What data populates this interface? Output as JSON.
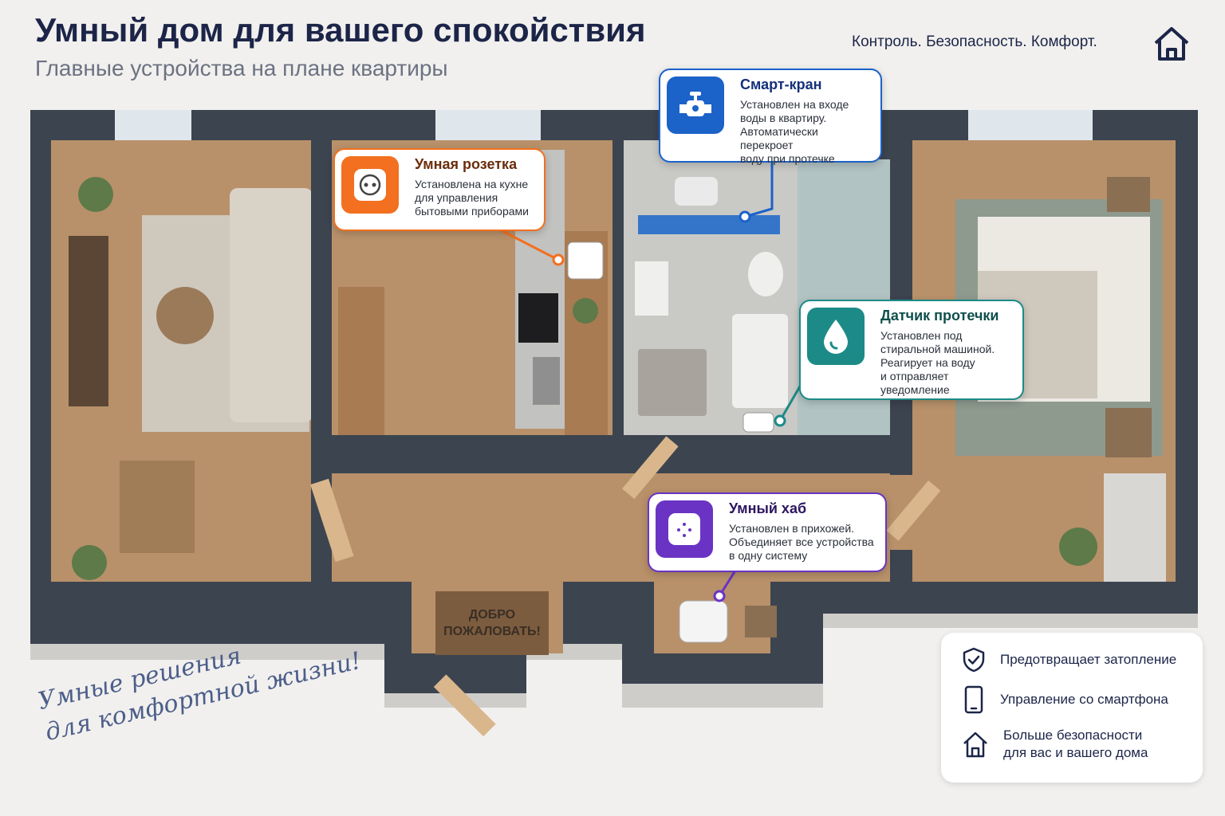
{
  "header": {
    "title": "Умный дом для вашего спокойствия",
    "subtitle": "Главные устройства на плане квартиры",
    "tagline": "Контроль. Безопасность. Комфорт."
  },
  "callouts": [
    {
      "title": "Умная розетка",
      "text": "Установлена на кухне\nдля управления\nбытовыми приборами",
      "icon": "socket-icon",
      "color": "#f2701f"
    },
    {
      "title": "Смарт-кран",
      "text": "Установлен на входе\nводы в квартиру.\nАвтоматически перекроет\nводу при протечке",
      "icon": "valve-icon",
      "color": "#1b62c9"
    },
    {
      "title": "Датчик протечки",
      "text": "Установлен под\nстиральной машиной.\nРеагирует на воду\nи отправляет уведомление",
      "icon": "water-drop-icon",
      "color": "#1c8b87"
    },
    {
      "title": "Умный хаб",
      "text": "Установлен в прихожей.\nОбъединяет все устройства\nв одну систему",
      "icon": "hub-icon",
      "color": "#6a33c4"
    }
  ],
  "benefits": [
    {
      "text": "Предотвращает затопление",
      "icon": "shield-check-icon"
    },
    {
      "text": "Управление со смартфона",
      "icon": "smartphone-icon"
    },
    {
      "text": "Больше безопасности\nдля вас и вашего дома",
      "icon": "home-icon"
    }
  ],
  "doormat": "ДОБРО\nПОЖАЛОВАТЬ!",
  "signature": "Умные решения\nдля комфортной жизни!",
  "colors": {
    "wall": "#3c4450",
    "floor": "#b8916a",
    "tile": "#c9c9c6",
    "navy": "#1c2548"
  }
}
